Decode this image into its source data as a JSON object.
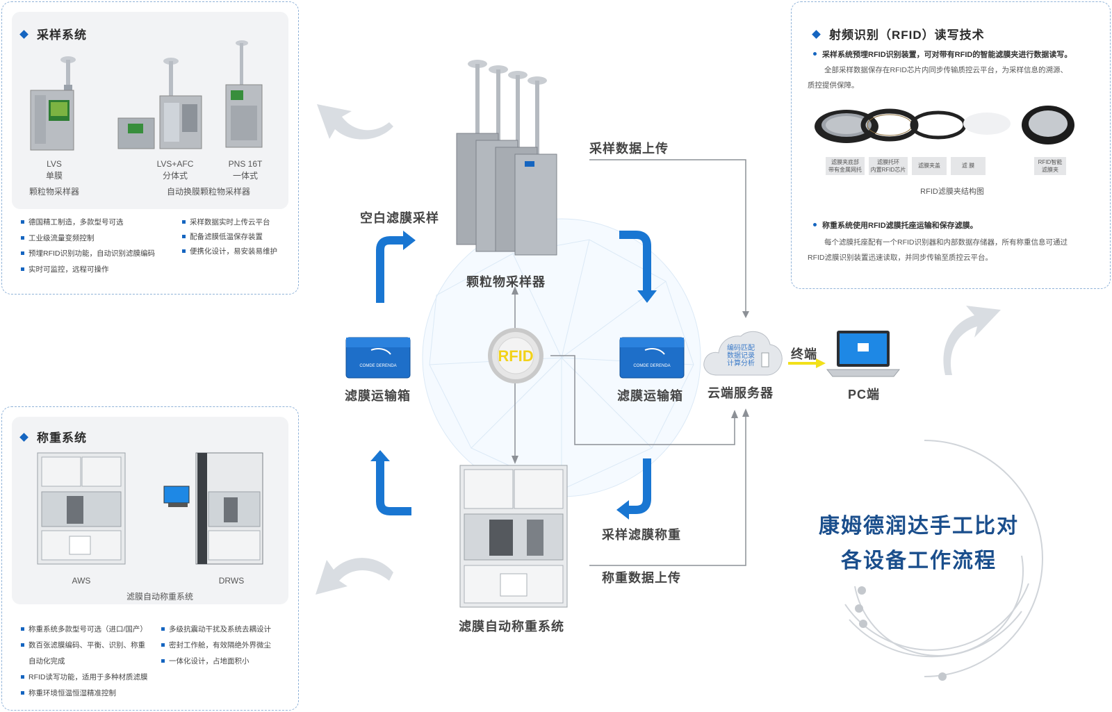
{
  "sampling_panel": {
    "title": "采样系统",
    "devices": [
      {
        "line1": "LVS",
        "line2": "单膜"
      },
      {
        "line1": "LVS+AFC",
        "line2": "分体式"
      },
      {
        "line1": "PNS 16T",
        "line2": "一体式"
      }
    ],
    "group_left": "颗粒物采样器",
    "group_right": "自动换膜颗粒物采样器",
    "features_left": [
      "德国精工制造，多款型号可选",
      "工业级流量变频控制",
      "预埋RFID识别功能，自动识别滤膜编码",
      "实时可监控，远程可操作"
    ],
    "features_right": [
      "采样数据实时上传云平台",
      "配备滤膜低温保存装置",
      "便携化设计，易安装易维护"
    ]
  },
  "weighing_panel": {
    "title": "称重系统",
    "devices": [
      "AWS",
      "DRWS"
    ],
    "group": "滤膜自动称重系统",
    "features_left": [
      "称重系统多款型号可选（进口/国产）",
      "数百张滤膜编码、平衡、识别、称重",
      "自动化完成",
      "RFID读写功能，适用于多种材质滤膜",
      "称重环境恒温恒湿精准控制"
    ],
    "features_right": [
      "多级抗震动干扰及系统去耦设计",
      "密封工作舱，有效隔绝外界微尘",
      "一体化设计，占地面积小"
    ]
  },
  "rfid_panel": {
    "title": "射频识别（RFID）读写技术",
    "point1_title": "采样系统预埋RFID识别装置，可对带有RFID的智能滤膜夹进行数据读写。",
    "point1_body_a": "全部采样数据保存在RFID芯片内同步传输质控云平台，为采样信息的溯源、",
    "point1_body_b": "质控提供保障。",
    "parts": [
      {
        "l1": "滤膜夹底部",
        "l2": "带有金属网托"
      },
      {
        "l1": "滤膜托环",
        "l2": "内置RFID芯片"
      },
      {
        "l1": "滤膜夹盖",
        "l2": ""
      },
      {
        "l1": "滤 膜",
        "l2": ""
      }
    ],
    "result": {
      "l1": "RFID智能",
      "l2": "滤膜夹"
    },
    "diagram_caption": "RFID滤膜夹结构图",
    "point2_title": "称重系统使用RFID滤膜托座运输和保存滤膜。",
    "point2_body_a": "每个滤膜托座配有一个RFID识别器和内部数据存储器，所有称重信息可通过",
    "point2_body_b": "RFID滤膜识别装置迅速读取，并同步传输至质控云平台。"
  },
  "flow": {
    "sampler": "颗粒物采样器",
    "blank_sampling": "空白滤膜采样",
    "upload_sampling": "采样数据上传",
    "box_left": "滤膜运输箱",
    "box_right": "滤膜运输箱",
    "rfid": "RFID",
    "box_logo": "COMDE DERENDA",
    "cloud": "云端服务器",
    "cloud_inner": [
      "编码匹配",
      "数据记录",
      "计算分析"
    ],
    "terminal": "终端",
    "pc": "PC端",
    "weigh_sample": "采样滤膜称重",
    "upload_weigh": "称重数据上传",
    "weigh_system": "滤膜自动称重系统"
  },
  "headline": {
    "line1": "康姆德润达手工比对",
    "line2": "各设备工作流程"
  },
  "colors": {
    "accent": "#1565c0",
    "headline": "#1a4e8c",
    "arrow_gray": "#d5d8dd",
    "dash": "#8fb2d8"
  }
}
